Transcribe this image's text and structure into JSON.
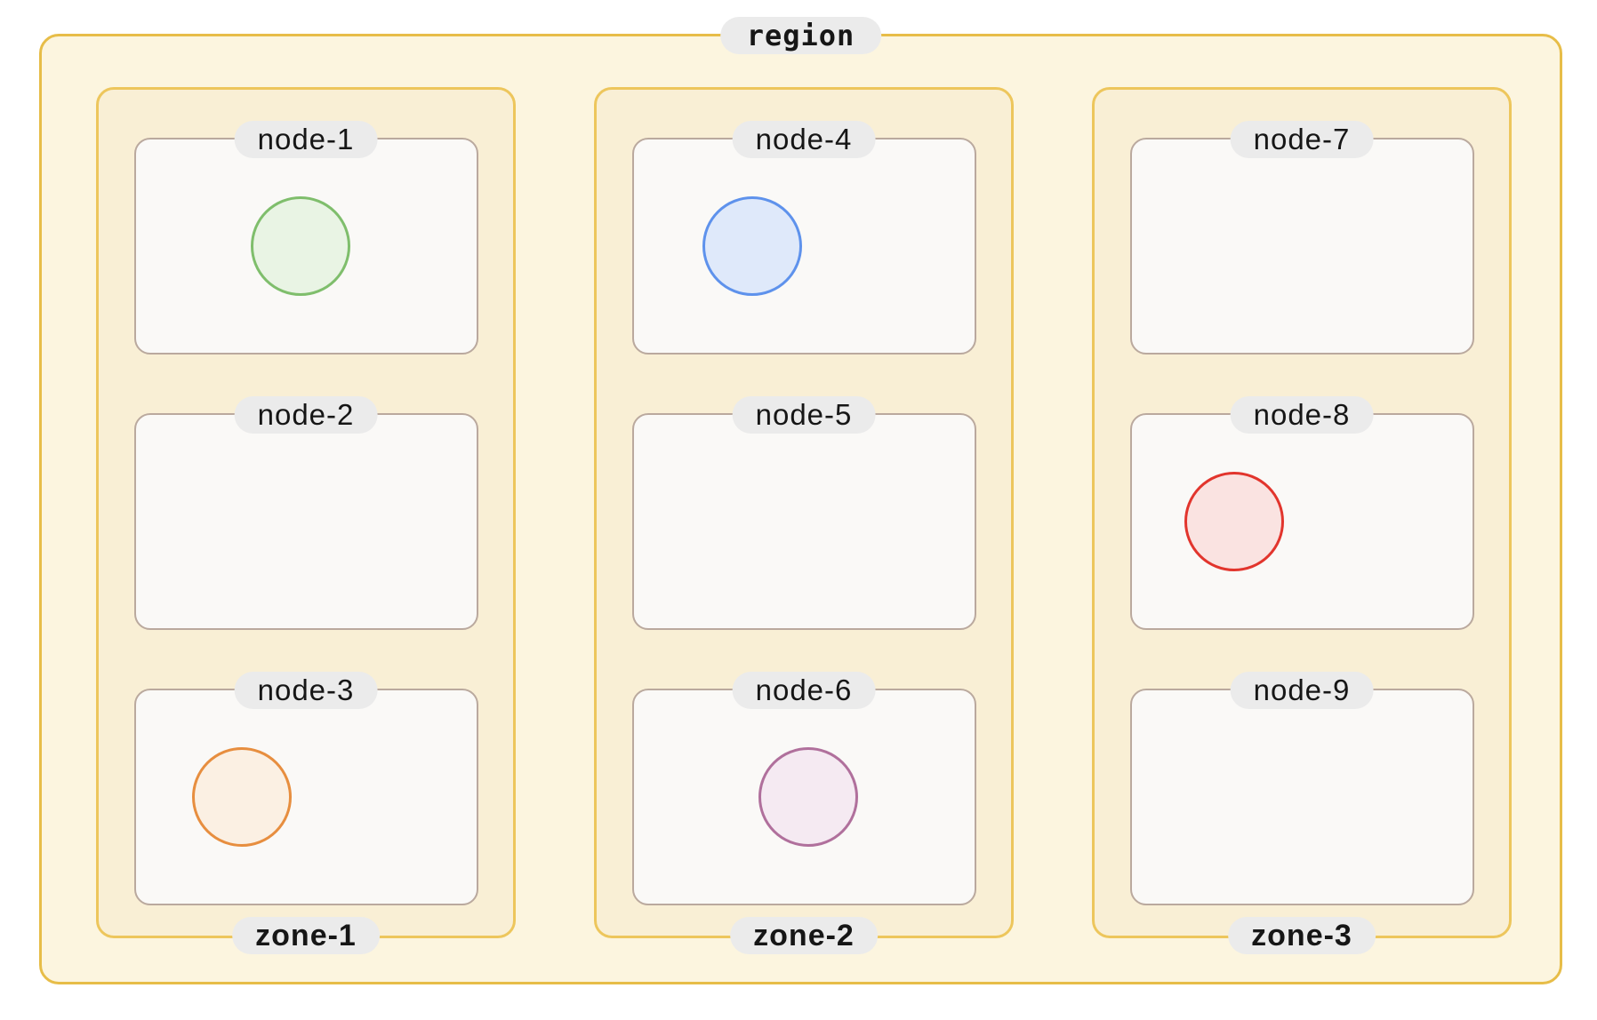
{
  "palette": {
    "page_bg": "#FFFFFF",
    "region_border": "#E7BD48",
    "region_bg": "#FCF5DF",
    "zone_border": "#EDC65C",
    "zone_bg": "#F9EFD5",
    "node_border": "#BAA99E",
    "node_bg": "#FAF9F7",
    "label_pill_bg": "#EBEBEB",
    "label_text": "#161616"
  },
  "region": {
    "label": "region",
    "zones": [
      {
        "label": "zone-1",
        "nodes": [
          {
            "label": "node-1",
            "circle": {
              "color_name": "green",
              "stroke": "#7FBE6C",
              "fill": "#E9F4E4"
            }
          },
          {
            "label": "node-2"
          },
          {
            "label": "node-3",
            "circle": {
              "color_name": "orange",
              "stroke": "#E78E3F",
              "fill": "#FBF0E3"
            }
          }
        ]
      },
      {
        "label": "zone-2",
        "nodes": [
          {
            "label": "node-4",
            "circle": {
              "color_name": "blue",
              "stroke": "#5E92EC",
              "fill": "#DFE9FA"
            }
          },
          {
            "label": "node-5"
          },
          {
            "label": "node-6",
            "circle": {
              "color_name": "purple",
              "stroke": "#B0709C",
              "fill": "#F5EAF2"
            }
          }
        ]
      },
      {
        "label": "zone-3",
        "nodes": [
          {
            "label": "node-7"
          },
          {
            "label": "node-8",
            "circle": {
              "color_name": "red",
              "stroke": "#E2352D",
              "fill": "#FAE3E1"
            }
          },
          {
            "label": "node-9"
          }
        ]
      }
    ]
  }
}
